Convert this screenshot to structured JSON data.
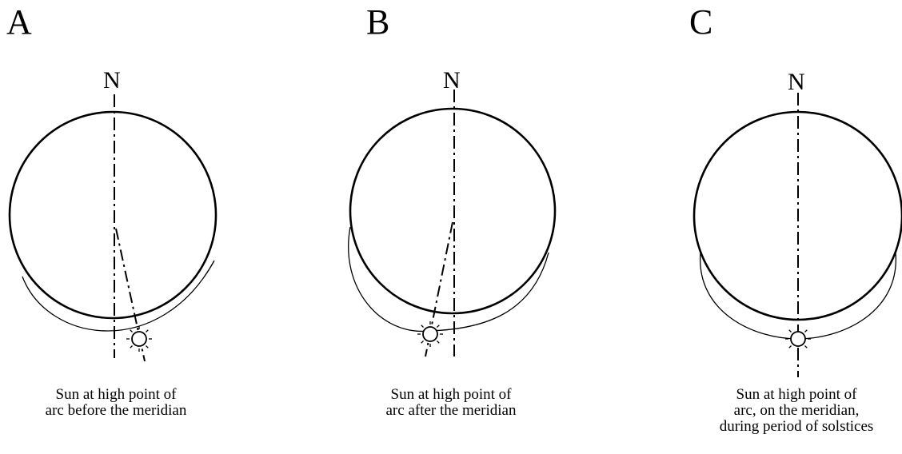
{
  "diagrams": [
    {
      "letter": "A",
      "north_label": "N",
      "caption_line1": "Sun at high point of",
      "caption_line2": "arc before the meridian",
      "caption_line3": ""
    },
    {
      "letter": "B",
      "north_label": "N",
      "caption_line1": "Sun at high point of",
      "caption_line2": "arc after the meridian",
      "caption_line3": ""
    },
    {
      "letter": "C",
      "north_label": "N",
      "caption_line1": "Sun at high point of",
      "caption_line2": "arc, on the meridian,",
      "caption_line3": "during period of solstices"
    }
  ]
}
